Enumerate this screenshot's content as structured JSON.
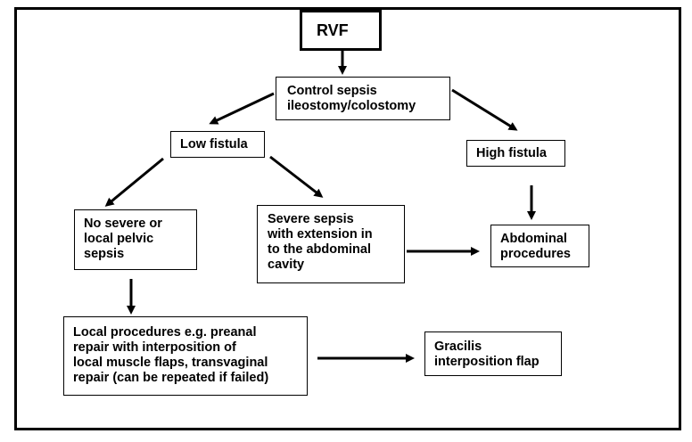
{
  "nodes": {
    "rvf": "RVF",
    "control": "Control sepsis\nileostomy/colostomy",
    "low": "Low fistula",
    "high": "High fistula",
    "no_severe": "No severe or\nlocal pelvic\nsepsis",
    "severe": "Severe sepsis\nwith extension in\nto the abdominal\ncavity",
    "abdominal": "Abdominal\nprocedures",
    "local": "Local procedures e.g. preanal\nrepair with interposition of\nlocal muscle flaps, transvaginal\nrepair (can be repeated if failed)",
    "gracilis": "Gracilis\ninterposition flap"
  }
}
